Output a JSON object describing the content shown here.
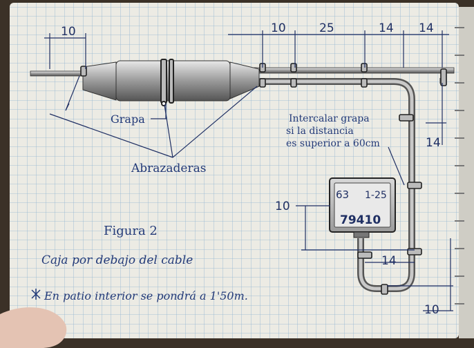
{
  "dimensions": {
    "top_left": "10",
    "top_a": "10",
    "top_b": "25",
    "top_c": "14",
    "top_d": "14",
    "right_vertical": "14",
    "box_left": "10",
    "bottom_14": "14",
    "bottom_10": "10"
  },
  "labels": {
    "grapa": "Grapa",
    "abrazaderas": "Abrazaderas",
    "intercalar_line1": "Intercalar grapa",
    "intercalar_line2": "si la distancia",
    "intercalar_line3": "es superior a 60cm",
    "figura": "Figura 2",
    "caption": "Caja por debajo del cable",
    "note": "En patio interior se pondrá a 1'50m."
  },
  "box_text": {
    "left": "63",
    "right": "1-25",
    "number": "79410"
  },
  "colors": {
    "paper": "#ecebe4",
    "grid": "#8fb3cf",
    "ink": "#233a78",
    "pencil": "#3a3a3a"
  }
}
